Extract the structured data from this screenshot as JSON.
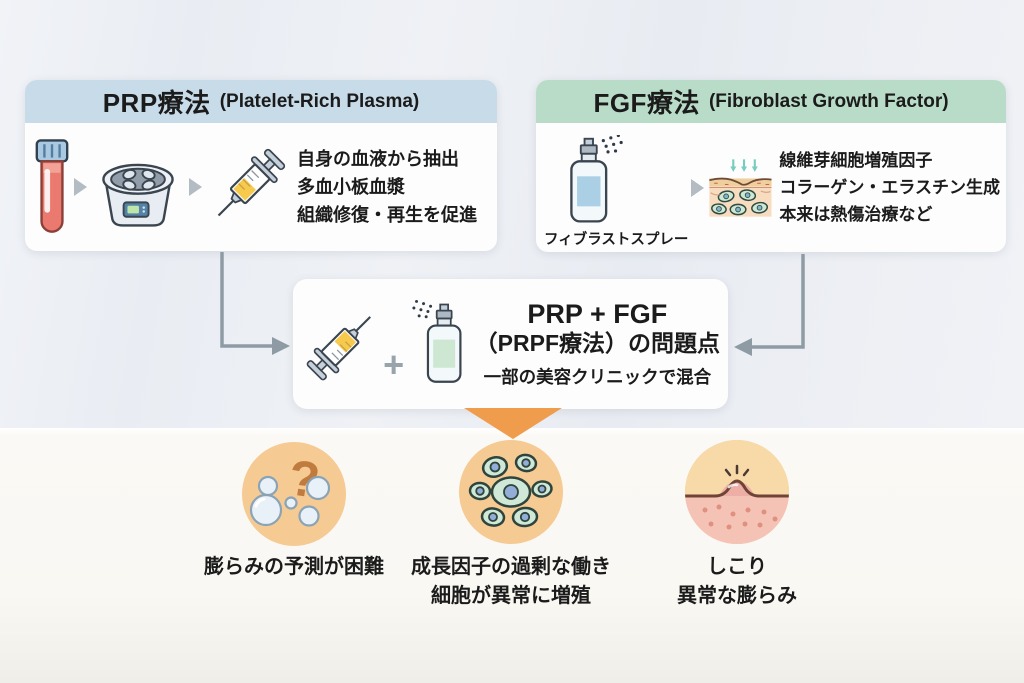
{
  "colors": {
    "bg_top": "#ebeef3",
    "bg_bottom": "#fbf9f5",
    "prp_header": "#c8dbe9",
    "fgf_header": "#b9dcc8",
    "box_bg": "#fdfdfd",
    "text": "#1b1b1b",
    "connector_gray": "#8f9ba4",
    "orange_arrow": "#ef9c4d",
    "problem_circle_bg": "#f6ca93"
  },
  "prp_box": {
    "title": "PRP療法",
    "subtitle": "(Platelet-Rich Plasma)",
    "icons": [
      "blood-tube-icon",
      "centrifuge-icon",
      "syringe-icon"
    ],
    "lines": [
      "自身の血液から抽出",
      "多血小板血漿",
      "組織修復・再生を促進"
    ]
  },
  "fgf_box": {
    "title": "FGF療法",
    "subtitle": "(Fibroblast Growth Factor)",
    "spray_label": "フィブラストスプレー",
    "icons": [
      "spray-bottle-icon",
      "skin-cells-icon"
    ],
    "lines": [
      "線維芽細胞増殖因子",
      "コラーゲン・エラスチン生成",
      "本来は熱傷治療など"
    ]
  },
  "center_box": {
    "title": "PRP + FGF",
    "title2": "（PRPF療法）の問題点",
    "subtitle": "一部の美容クリニックで混合",
    "plus": "+",
    "icons": [
      "syringe-icon",
      "spray-bottle-icon"
    ]
  },
  "problems": [
    {
      "icon": "question-bubbles-icon",
      "label1": "膨らみの予測が困難",
      "label2": ""
    },
    {
      "icon": "abnormal-cells-icon",
      "label1": "成長因子の過剰な働き",
      "label2": "細胞が異常に増殖"
    },
    {
      "icon": "skin-lump-icon",
      "label1": "しこり",
      "label2": "異常な膨らみ"
    }
  ]
}
